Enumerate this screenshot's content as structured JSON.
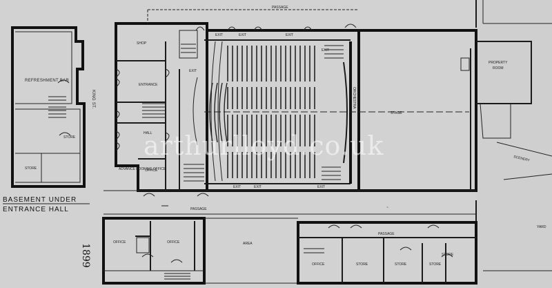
{
  "labels": {
    "passage_top": "PASSAGE",
    "exit_top_1": "EXIT",
    "exit_top_2": "EXIT",
    "exit_top_3": "EXIT",
    "exit_right": "EXIT",
    "exit_bottom_1": "EXIT",
    "exit_bottom_2": "EXIT",
    "exit_bottom_3": "EXIT",
    "exit_left": "EXIT",
    "refreshment_bar": "REFRESHMENT BAR",
    "store_left_1": "STORE",
    "store_left_2": "STORE",
    "king_st": "KING ST.",
    "shop": "SHOP",
    "entrance": "ENTRANCE",
    "hall": "HALL",
    "advance_booking_office": "ADVANCE BOOKING OFFICE",
    "office_entrance": "OFFICE",
    "orchestra": "ORCHESTRA",
    "stage": "STAGE",
    "property_room": "PROPERTY ROOM",
    "scenery": "SCENERY",
    "yard": "YARD",
    "basement_note_1": "BASEMENT UNDER",
    "basement_note_2": "ENTRANCE HALL",
    "passage_middle": "PASSAGE",
    "passage_lower": "PASSAGE",
    "area": "AREA",
    "office_1": "OFFICE",
    "office_2": "OFFICE",
    "office_3": "OFFICE",
    "store_1": "STORE",
    "store_2": "STORE",
    "store_3": "STORE",
    "store_4": "STORE",
    "year": "1899",
    "watermark": "arthurlloyd.co.uk"
  }
}
